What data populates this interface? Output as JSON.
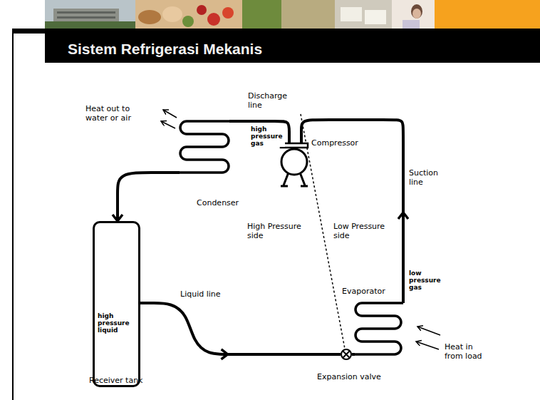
{
  "diagram": {
    "title": "Sistem Refrigerasi Mekanis",
    "nodes": [
      {
        "text": [
          "Compressor"
        ]
      },
      {
        "text": [
          "Condenser"
        ]
      },
      {
        "text": [
          "high pressure liquid",
          "Receiver tank"
        ]
      },
      {
        "text": [
          "Evaporator"
        ]
      },
      {
        "text": [
          "Expansion valve"
        ]
      }
    ],
    "edges": [
      {
        "from": 0,
        "to": 1,
        "arrow": "none",
        "label": "Discharge line"
      },
      {
        "from": 1,
        "to": 2,
        "arrow": "to"
      },
      {
        "from": 2,
        "to": 4,
        "arrow": "to",
        "label": "Liquid line"
      },
      {
        "from": 4,
        "to": 3,
        "arrow": "none"
      },
      {
        "from": 3,
        "to": 0,
        "arrow": "to",
        "label": "Suction line"
      }
    ],
    "labels": [
      "Heat out to water or air",
      "high pressure gas",
      "High Pressure side",
      "Low Pressure side",
      "low pressure gas",
      "Heat in from load"
    ]
  }
}
